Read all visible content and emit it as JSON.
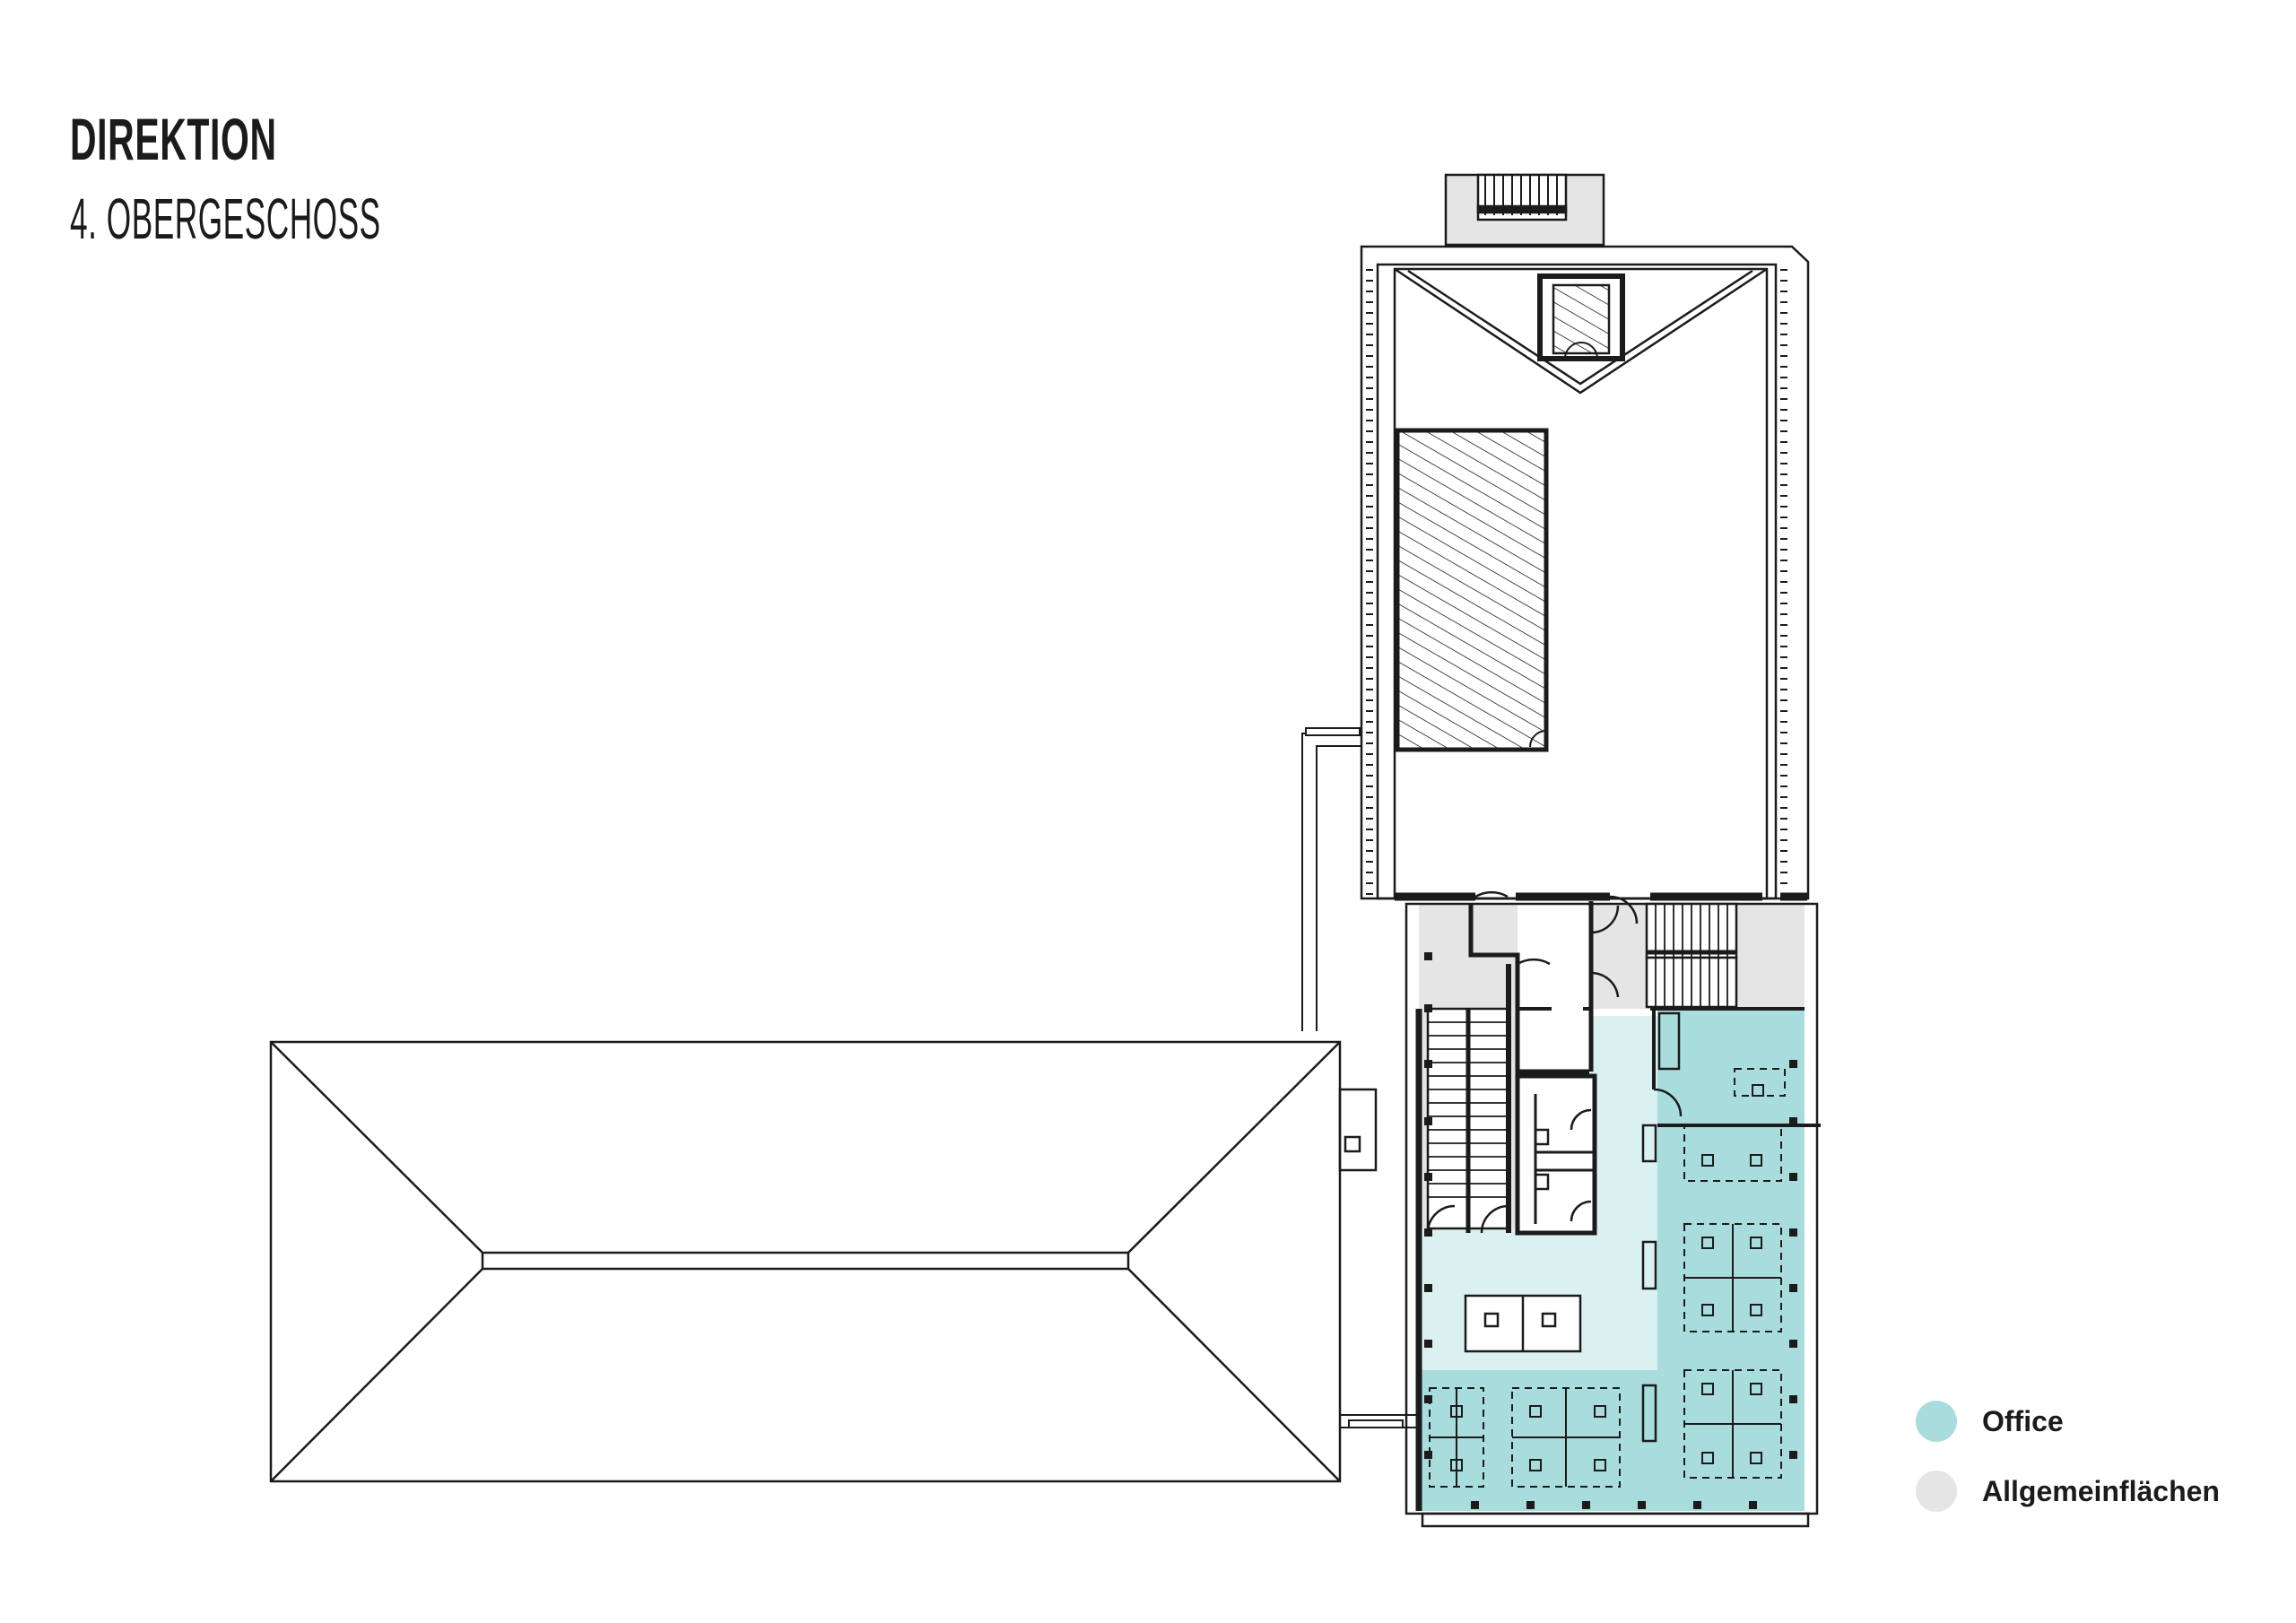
{
  "header": {
    "title": "DIREKTION",
    "subtitle": "4. OBERGESCHOSS"
  },
  "legend": {
    "items": [
      {
        "label": "Office",
        "color": "#a9dcdc"
      },
      {
        "label": "Allgemeinflächen",
        "color": "#e5e5e5"
      }
    ]
  },
  "colors": {
    "office": "#a9dcdc",
    "office_light": "#dbf1f1",
    "common": "#e5e5e5",
    "line": "#1b1b1b"
  }
}
